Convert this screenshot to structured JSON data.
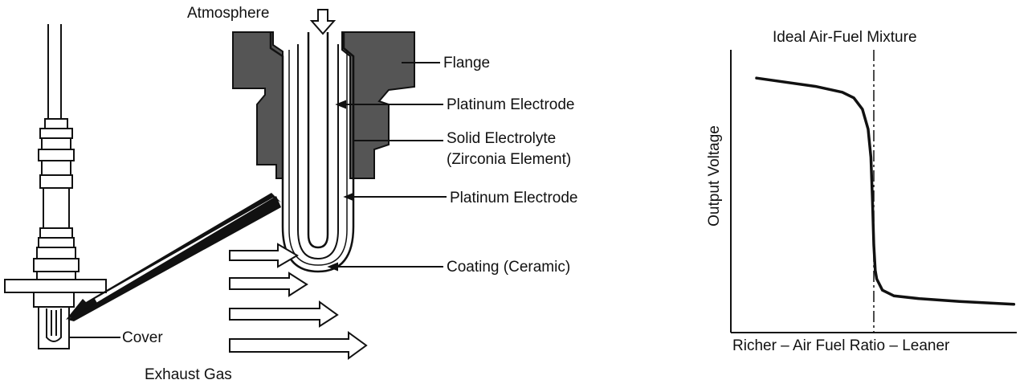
{
  "diagram": {
    "labels": {
      "atmosphere": "Atmosphere",
      "flange": "Flange",
      "platinum_electrode_inner": "Platinum Electrode",
      "solid_electrolyte_line1": "Solid Electrolyte",
      "solid_electrolyte_line2": "(Zirconia Element)",
      "platinum_electrode_outer": "Platinum Electrode",
      "coating": "Coating (Ceramic)",
      "cover": "Cover",
      "exhaust_gas": "Exhaust Gas"
    }
  },
  "chart_data": {
    "type": "line",
    "title": "Ideal Air-Fuel Mixture",
    "ylabel": "Output Voltage",
    "xlabel": "Richer – Air Fuel Ratio – Leaner",
    "xlim": [
      0,
      1
    ],
    "ylim": [
      0,
      1
    ],
    "grid": false,
    "legend": "none",
    "reference_line": {
      "axis": "x",
      "value": 0.5,
      "style": "dash-dot",
      "label": ""
    },
    "series": [
      {
        "x": [
          0.09,
          0.3,
          0.39,
          0.43,
          0.46,
          0.48,
          0.49,
          0.495,
          0.5,
          0.505,
          0.51,
          0.53,
          0.57,
          0.66,
          0.8,
          0.99
        ],
        "y": [
          0.9,
          0.87,
          0.85,
          0.83,
          0.79,
          0.72,
          0.62,
          0.48,
          0.31,
          0.22,
          0.19,
          0.15,
          0.13,
          0.12,
          0.11,
          0.1
        ]
      }
    ]
  }
}
